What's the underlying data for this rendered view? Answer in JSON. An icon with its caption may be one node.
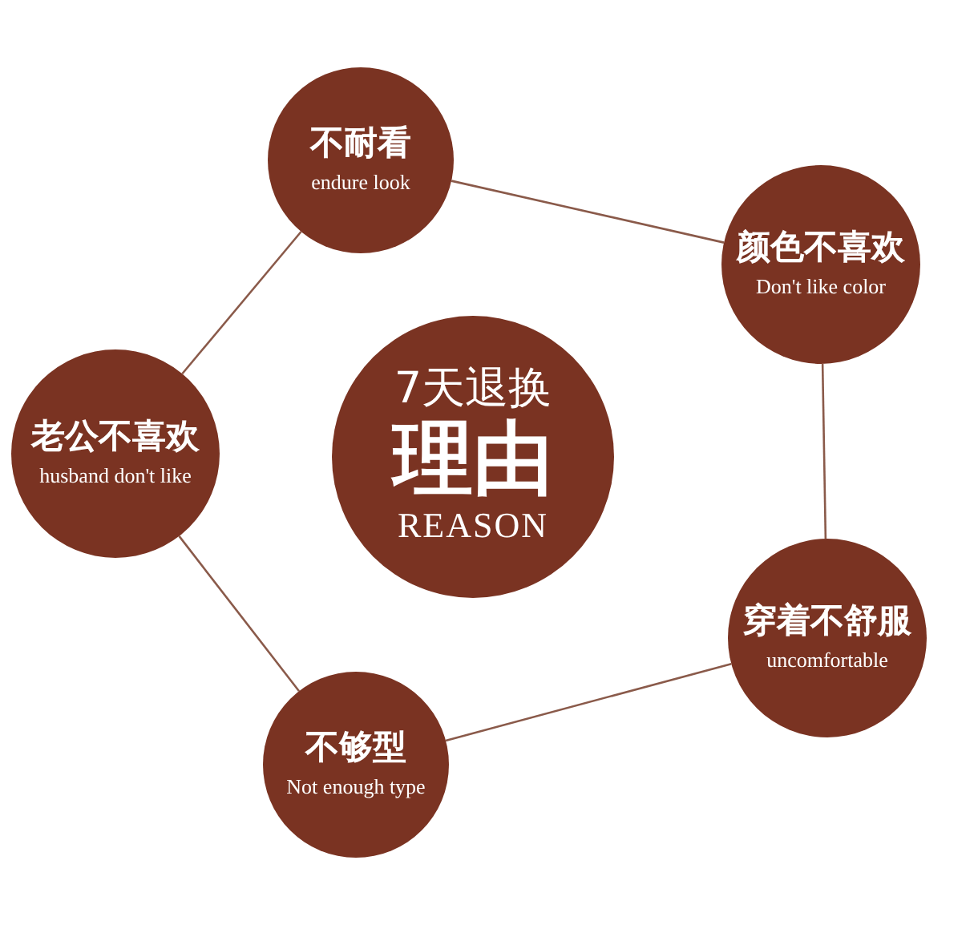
{
  "diagram": {
    "nodes": [
      {
        "text": [
          "7天退换",
          "理由",
          "REASON"
        ]
      },
      {
        "text": [
          "不耐看",
          "endure look"
        ]
      },
      {
        "text": [
          "颜色不喜欢",
          "Don't like color"
        ]
      },
      {
        "text": [
          "穿着不舒服",
          "uncomfortable"
        ]
      },
      {
        "text": [
          "不够型",
          "Not enough type"
        ]
      },
      {
        "text": [
          "老公不喜欢",
          "husband don't like"
        ]
      }
    ],
    "edges": [
      {
        "from": 1,
        "to": 2,
        "arrow": "none"
      },
      {
        "from": 2,
        "to": 3,
        "arrow": "none"
      },
      {
        "from": 3,
        "to": 4,
        "arrow": "none"
      },
      {
        "from": 4,
        "to": 5,
        "arrow": "none"
      },
      {
        "from": 5,
        "to": 1,
        "arrow": "none"
      }
    ]
  }
}
